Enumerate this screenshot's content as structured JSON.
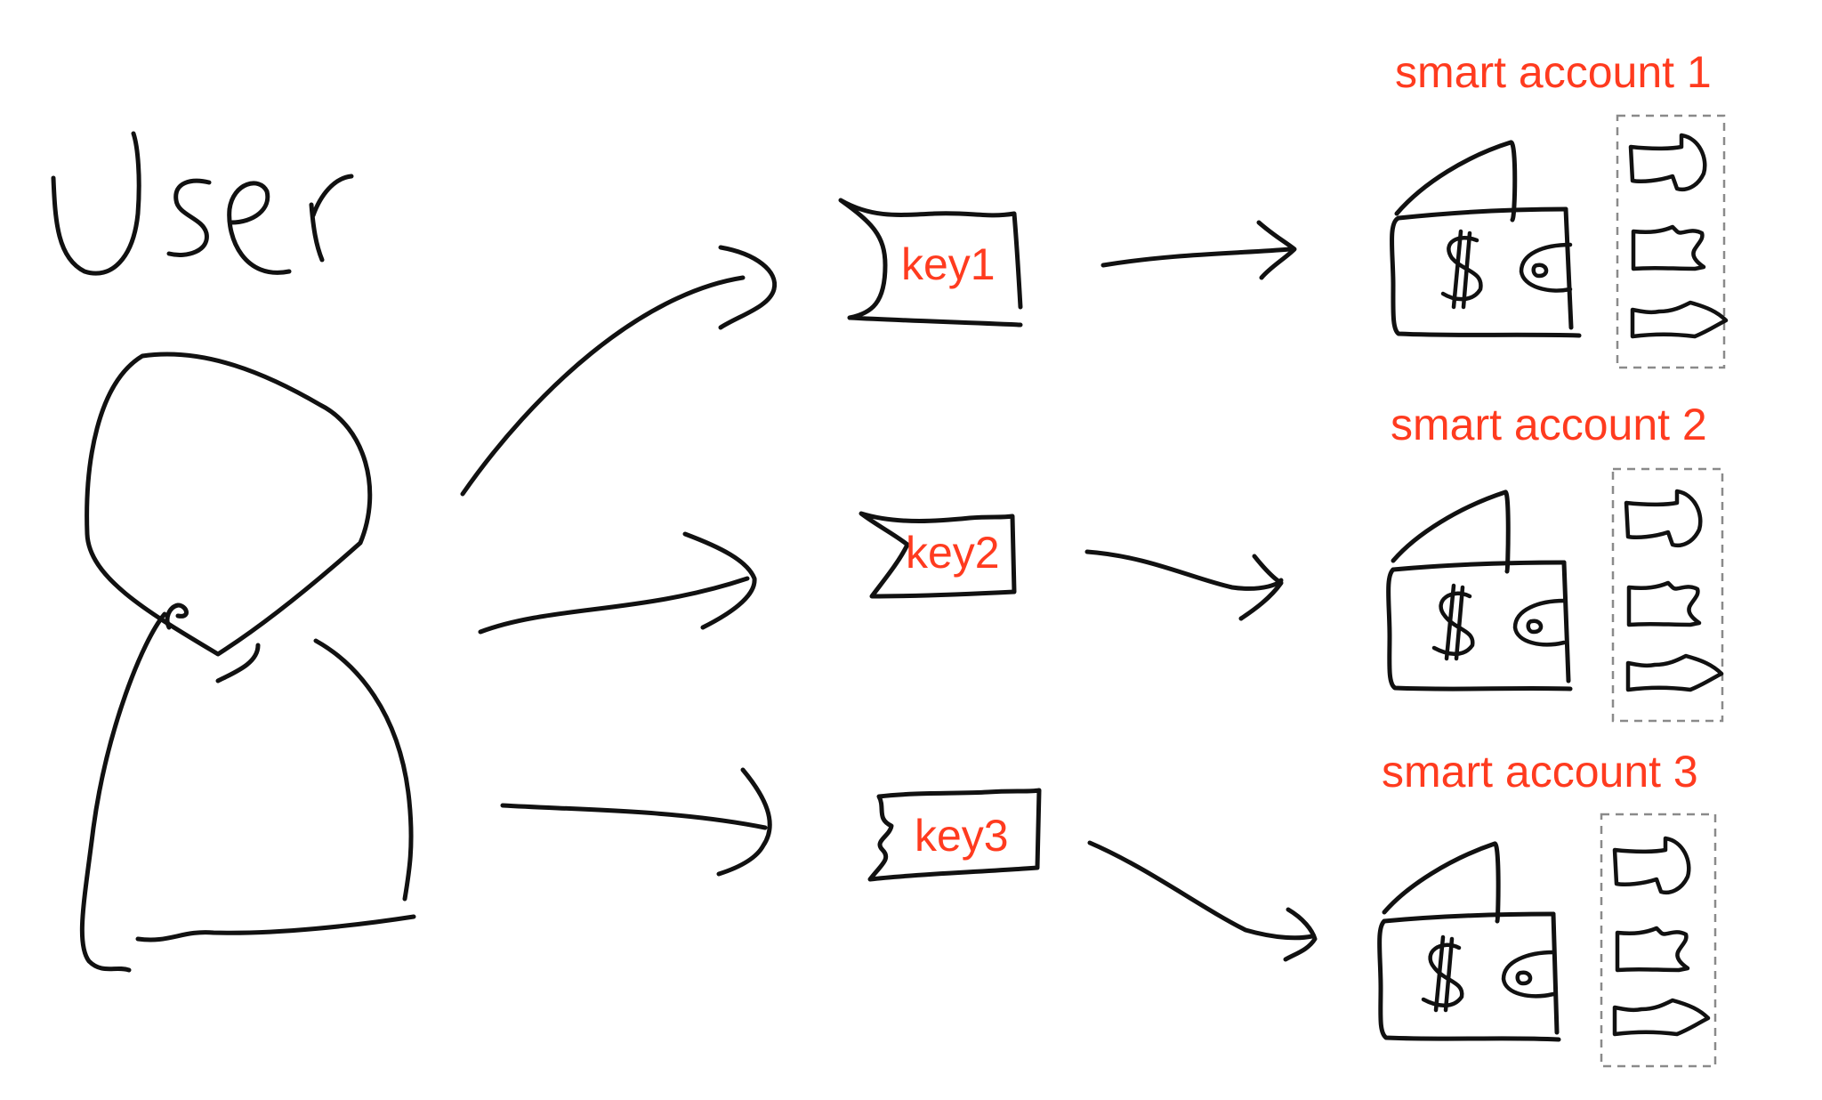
{
  "diagram": {
    "colors": {
      "ink": "#111111",
      "label": "#ff3b1f",
      "dashed_border": "#8a8a8a"
    },
    "keys": [
      {
        "label": "key1"
      },
      {
        "label": "key2"
      },
      {
        "label": "key3"
      }
    ],
    "accounts": [
      {
        "label": "smart account 1"
      },
      {
        "label": "smart account 2"
      },
      {
        "label": "smart account 3"
      }
    ]
  }
}
